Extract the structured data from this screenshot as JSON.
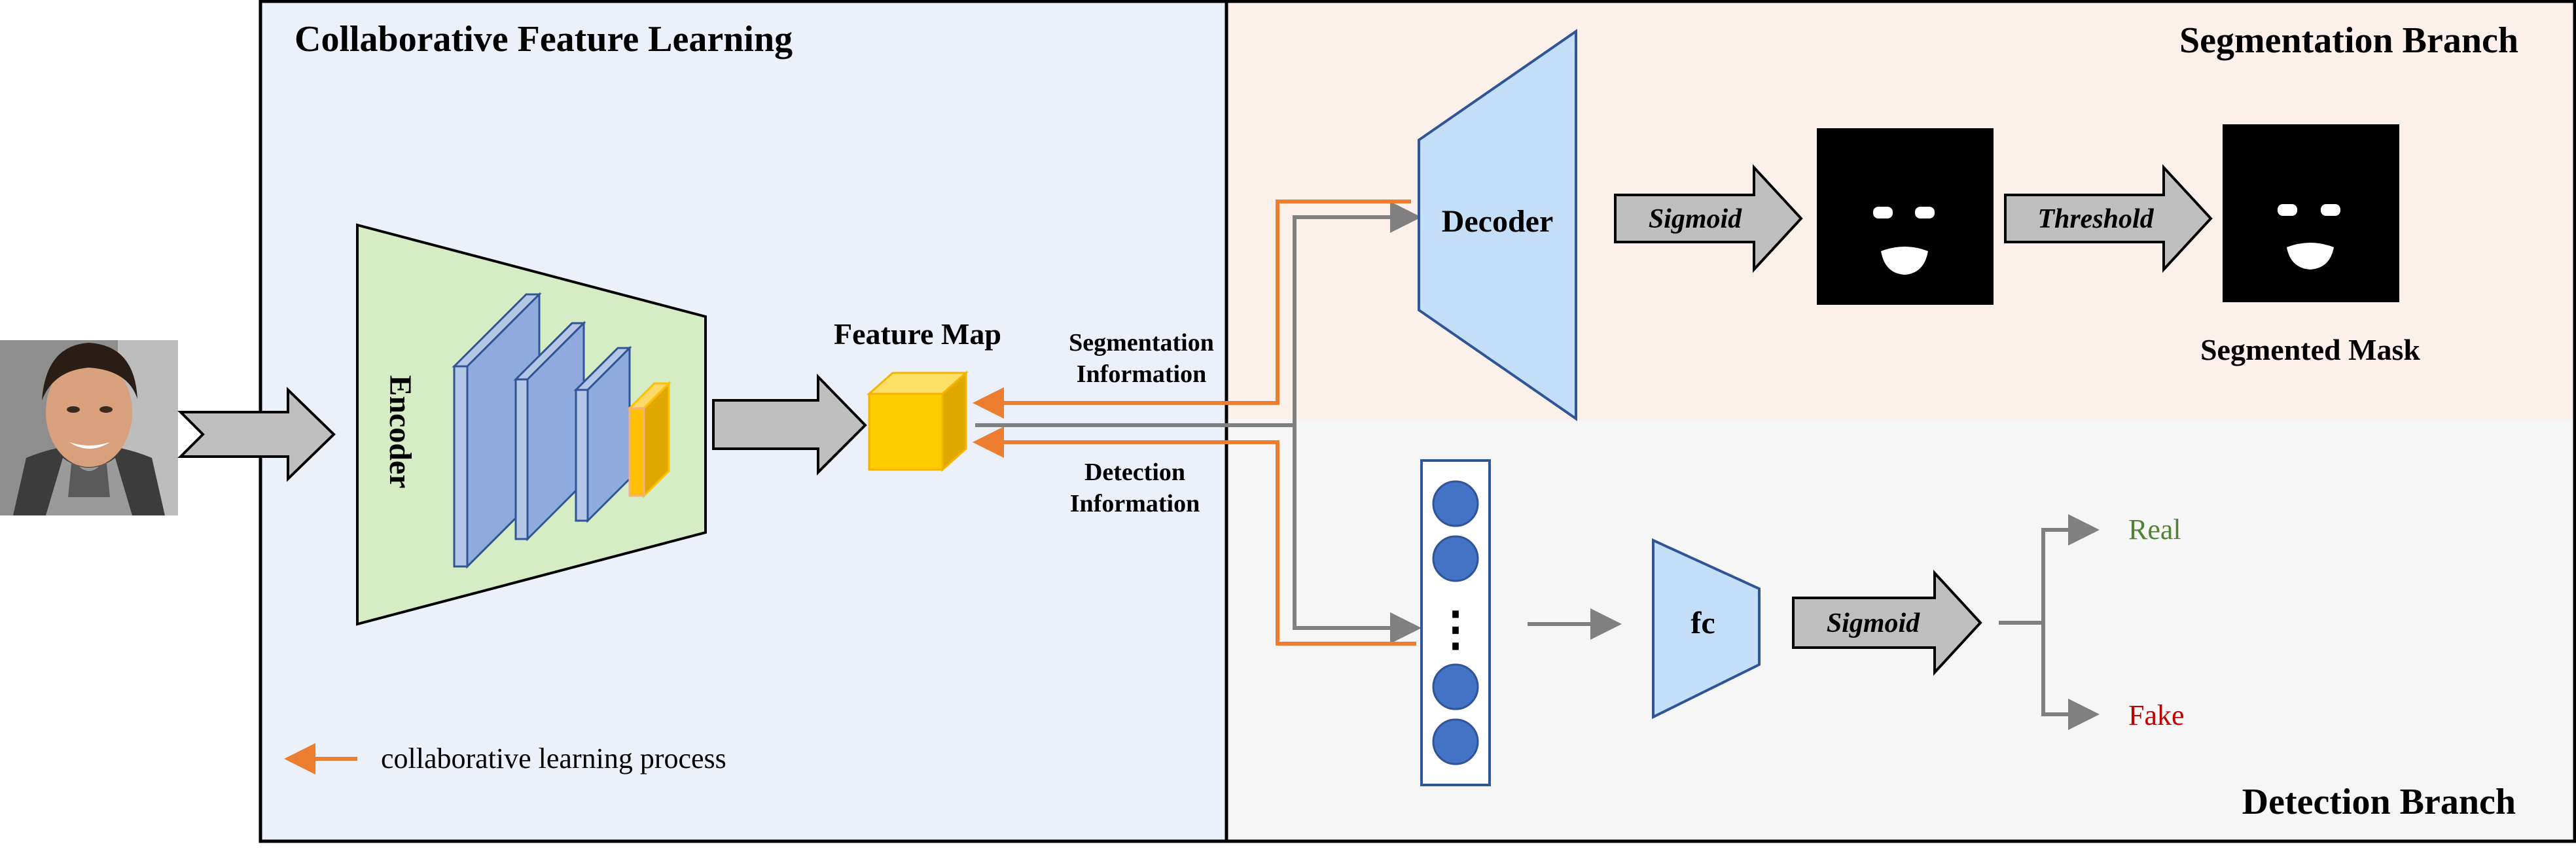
{
  "panels": {
    "collaborative_title": "Collaborative Feature Learning",
    "segmentation_title": "Segmentation Branch",
    "detection_title": "Detection Branch"
  },
  "encoder": {
    "label": "Encoder"
  },
  "feature_map": {
    "label": "Feature Map"
  },
  "info_labels": {
    "segmentation_line1": "Segmentation",
    "segmentation_line2": "Information",
    "detection_line1": "Detection",
    "detection_line2": "Information"
  },
  "decoder": {
    "label": "Decoder"
  },
  "seg_arrows": {
    "sigmoid": "Sigmoid",
    "threshold": "Threshold"
  },
  "segmented_mask": {
    "label": "Segmented Mask"
  },
  "detection": {
    "fc_label": "fc",
    "sigmoid": "Sigmoid",
    "ellipsis": "⋮",
    "real_label": "Real",
    "fake_label": "Fake"
  },
  "legend": {
    "label": "collaborative learning process"
  },
  "colors": {
    "left_panel_bg": "#ECF0F9",
    "seg_panel_bg": "#FCF1EA",
    "det_panel_bg": "#F6F6F6",
    "encoder_fill": "#D5ECC4",
    "layer_fill": "#8FAADC",
    "decoder_fill": "#C5DEF8",
    "feature_map": "#FFCC00",
    "orange_arrow": "#ED7D31",
    "gray_arrow": "#808080",
    "neuron_fill": "#4472C4",
    "real_text": "#548235",
    "fake_text": "#C00000"
  }
}
